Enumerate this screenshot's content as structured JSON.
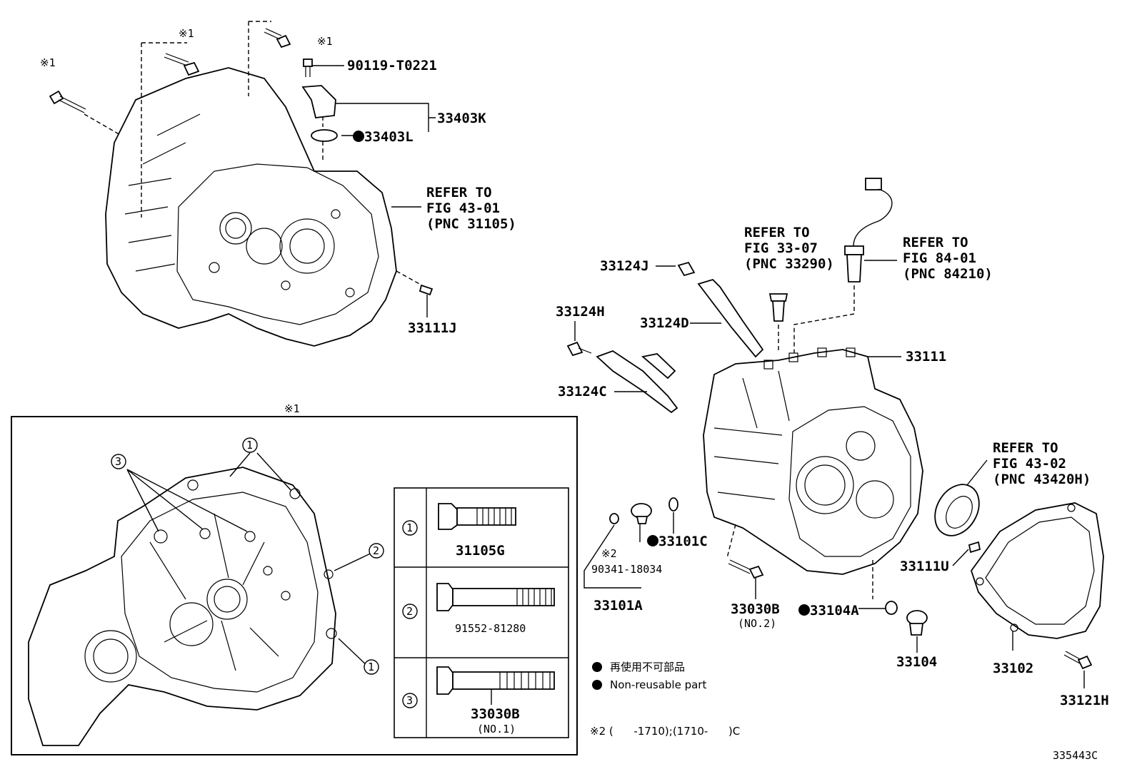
{
  "figure_code": "335443C",
  "note_marks": {
    "mark1": "※1",
    "mark2": "※2"
  },
  "parts": {
    "p90119": "90119-T0221",
    "p33403K": "33403K",
    "p33403L": "33403L",
    "p33111J": "33111J",
    "p33124J": "33124J",
    "p33124H": "33124H",
    "p33124D": "33124D",
    "p33124C": "33124C",
    "p33111": "33111",
    "p33101C": "33101C",
    "p90341": "90341-18034",
    "p33101A": "33101A",
    "p33030B": "33030B",
    "p33030B_no": "(NO.2)",
    "p33104A": "33104A",
    "p33104": "33104",
    "p33102": "33102",
    "p33111U": "33111U",
    "p33121H": "33121H"
  },
  "refs": {
    "ref1": {
      "line1": "REFER TO",
      "line2": "FIG 43-01",
      "line3": "(PNC 31105)"
    },
    "ref2": {
      "line1": "REFER TO",
      "line2": "FIG 33-07",
      "line3": "(PNC 33290)"
    },
    "ref3": {
      "line1": "REFER TO",
      "line2": "FIG 84-01",
      "line3": "(PNC 84210)"
    },
    "ref4": {
      "line1": "REFER TO",
      "line2": "FIG 43-02",
      "line3": "(PNC 43420H)"
    }
  },
  "inset": {
    "title_mark": "※1",
    "callouts": [
      "1",
      "2",
      "3"
    ],
    "table": [
      {
        "num": "1",
        "part": "31105G",
        "sub": ""
      },
      {
        "num": "2",
        "part": "91552-81280",
        "sub": ""
      },
      {
        "num": "3",
        "part": "33030B",
        "sub": "(NO.1)"
      }
    ]
  },
  "legend": {
    "jp": "再使用不可部品",
    "en": "Non-reusable part"
  },
  "footnote": "※2 (      -1710);(1710-      )C"
}
